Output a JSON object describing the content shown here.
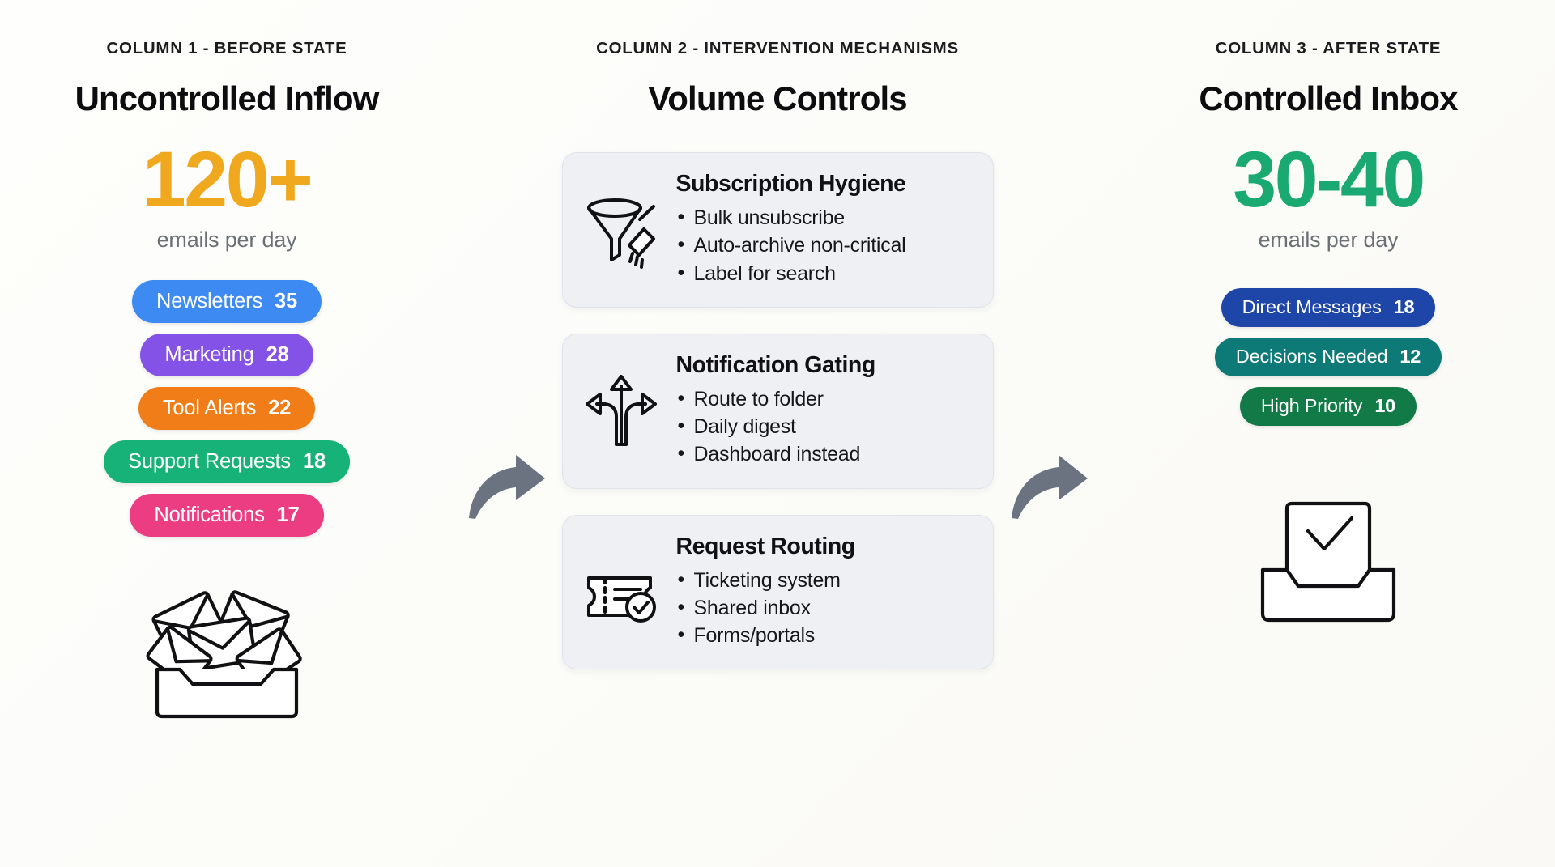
{
  "columns": [
    {
      "eyebrow": "COLUMN 1 - BEFORE STATE",
      "title": "Uncontrolled Inflow",
      "stat": {
        "number": "120+",
        "caption": "emails per day",
        "color": "#f0a91e"
      },
      "pills": [
        {
          "label": "Newsletters",
          "count": "35",
          "color": "#3d8bf2"
        },
        {
          "label": "Marketing",
          "count": "28",
          "color": "#8552e8"
        },
        {
          "label": "Tool Alerts",
          "count": "22",
          "color": "#f07d18"
        },
        {
          "label": "Support Requests",
          "count": "18",
          "color": "#17b277"
        },
        {
          "label": "Notifications",
          "count": "17",
          "color": "#ec3d82"
        }
      ],
      "bottom_icon": "messy-envelope-pile-icon"
    },
    {
      "eyebrow": "COLUMN 2 - INTERVENTION MECHANISMS",
      "title": "Volume Controls",
      "cards": [
        {
          "icon": "funnel-broom-icon",
          "title": "Subscription Hygiene",
          "bullets": [
            "Bulk unsubscribe",
            "Auto-archive non-critical",
            "Label for search"
          ]
        },
        {
          "icon": "three-way-arrow-icon",
          "title": "Notification Gating",
          "bullets": [
            "Route to folder",
            "Daily digest",
            "Dashboard instead"
          ]
        },
        {
          "icon": "ticket-check-icon",
          "title": "Request Routing",
          "bullets": [
            "Ticketing system",
            "Shared inbox",
            "Forms/portals"
          ]
        }
      ]
    },
    {
      "eyebrow": "COLUMN 3 - AFTER STATE",
      "title": "Controlled Inbox",
      "stat": {
        "number": "30-40",
        "caption": "emails per day",
        "color": "#1aa971"
      },
      "pills": [
        {
          "label": "Direct Messages",
          "count": "18",
          "color": "#1e45a8"
        },
        {
          "label": "Decisions Needed",
          "count": "12",
          "color": "#0d7a77"
        },
        {
          "label": "High Priority",
          "count": "10",
          "color": "#127a46"
        }
      ],
      "bottom_icon": "organized-inbox-tray-check-icon"
    }
  ],
  "connectors": [
    {
      "name": "arrow-col1-to-col2",
      "glyph": "curved-right-arrow-icon",
      "color": "#6b7280"
    },
    {
      "name": "arrow-col2-to-col3",
      "glyph": "curved-right-arrow-icon",
      "color": "#6b7280"
    }
  ]
}
